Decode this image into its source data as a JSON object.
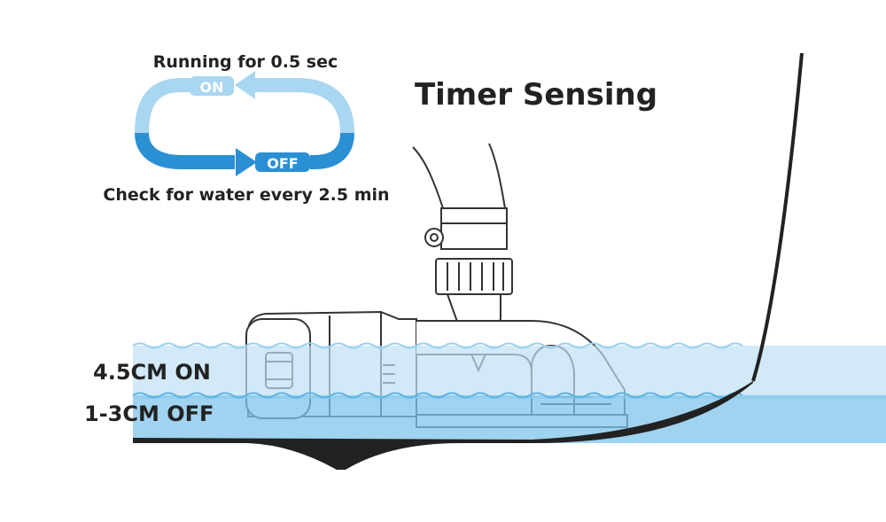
{
  "title": "Timer Sensing",
  "cycle": {
    "running_text": "Running for 0.5 sec",
    "on_label": "ON",
    "off_label": "OFF",
    "check_text": "Check for water every 2.5 min"
  },
  "levels": {
    "on_label": "4.5CM ON",
    "off_label": "1-3CM OFF"
  },
  "colors": {
    "water_light": "#bfe0f3",
    "water_dark": "#7fc4ea",
    "arrow_light": "#a9d6f1",
    "arrow_dark": "#2a8fd3",
    "outline": "#222222"
  }
}
